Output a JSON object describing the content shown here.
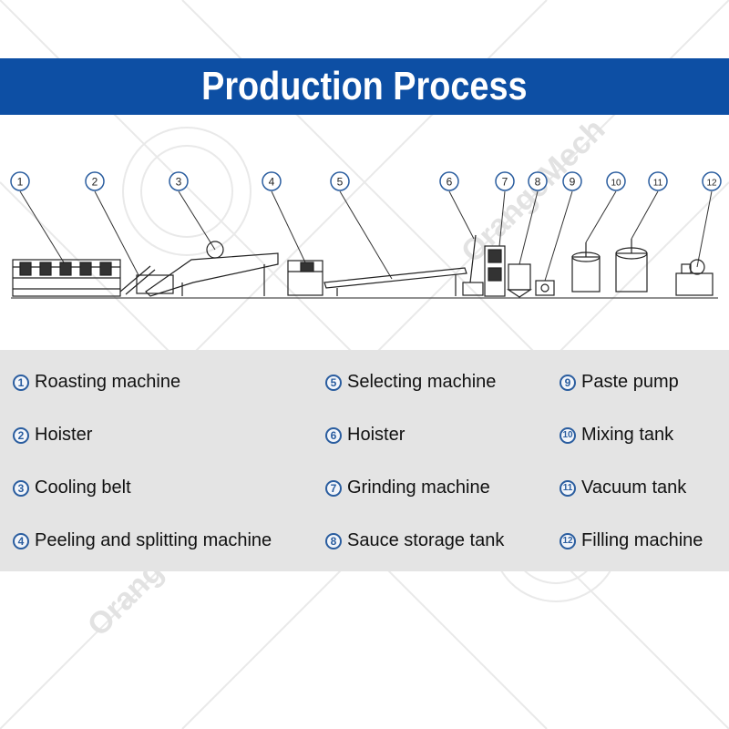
{
  "title": "Production Process",
  "watermark_text": "OrangeMech",
  "colors": {
    "title_band": "#0d4fa4",
    "badge": "#2a5d9f",
    "legend_background": "#e4e4e4",
    "line_art": "#222222"
  },
  "steps": [
    {
      "number": "1",
      "name": "Roasting machine"
    },
    {
      "number": "2",
      "name": "Hoister"
    },
    {
      "number": "3",
      "name": "Cooling belt"
    },
    {
      "number": "4",
      "name": "Peeling and splitting machine"
    },
    {
      "number": "5",
      "name": "Selecting machine"
    },
    {
      "number": "6",
      "name": "Hoister"
    },
    {
      "number": "7",
      "name": "Grinding machine"
    },
    {
      "number": "8",
      "name": "Sauce storage tank"
    },
    {
      "number": "9",
      "name": "Paste pump"
    },
    {
      "number": "10",
      "name": "Mixing tank"
    },
    {
      "number": "11",
      "name": "Vacuum tank"
    },
    {
      "number": "12",
      "name": "Filling machine"
    }
  ]
}
